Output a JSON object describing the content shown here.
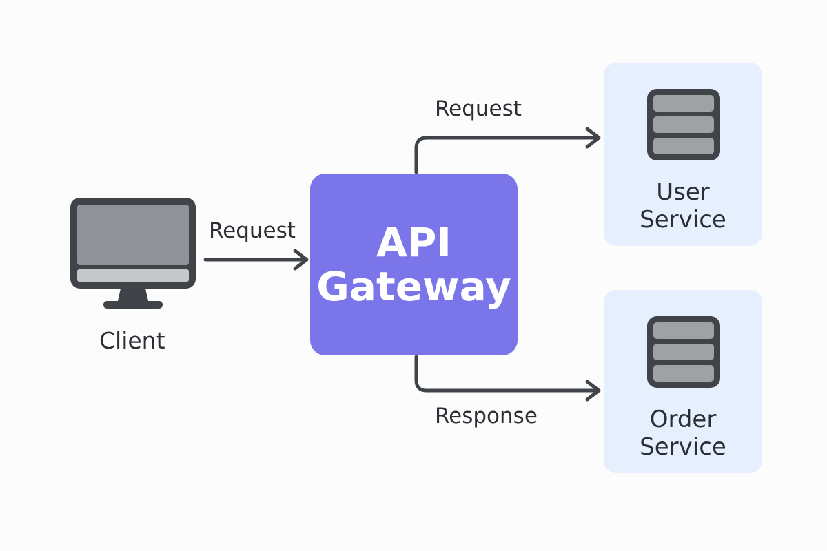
{
  "client": {
    "label": "Client",
    "icon": "desktop-monitor-icon"
  },
  "gateway": {
    "title": "API\nGateway",
    "color": "#7a75e8"
  },
  "services": [
    {
      "name": "User\nService",
      "icon": "server-stack-icon"
    },
    {
      "name": "Order\nService",
      "icon": "server-stack-icon"
    }
  ],
  "connections": {
    "client_to_gateway": "Request",
    "gateway_to_user": "Request",
    "gateway_to_order": "Response"
  },
  "colors": {
    "service_bg": "#e5effd",
    "icon_dark": "#404448",
    "icon_fill": "#9fa2a5",
    "arrow": "#404448"
  }
}
